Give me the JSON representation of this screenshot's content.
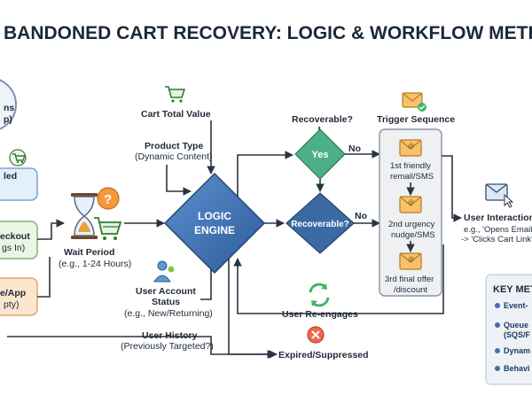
{
  "title": "BANDONED CART RECOVERY: LOGIC & WORKFLOW METHO",
  "left_column": {
    "circle_line1": "ns",
    "circle_line2": "p)",
    "box1": "led",
    "box2_line1": "eckout",
    "box2_line2": "gs In)",
    "box3_line1": "e/App",
    "box3_line2": "pty)"
  },
  "wait_period": {
    "label": "Wait Period",
    "sub": "(e.g., 1-24 Hours)"
  },
  "inputs": {
    "cart_total": "Cart Total Value",
    "product_type": "Product Type",
    "product_type_sub": "(Dynamic Content)",
    "account_status_l1": "User Account",
    "account_status_l2": "Status",
    "account_status_sub": "(e.g., New/Returning)",
    "history": "User History",
    "history_sub": "(Previously Targeted?)"
  },
  "engine": {
    "line1": "LOGIC",
    "line2": "ENGINE"
  },
  "decision": {
    "question": "Recoverable?",
    "yes": "Yes",
    "no_top": "No",
    "second": "Recoverable?",
    "no_bottom": "No"
  },
  "sequence": {
    "title": "Trigger Sequence",
    "step1_l1": "1st friendly",
    "step1_l2": "remail/SMS",
    "step2_l1": "2nd urgency",
    "step2_l2": "nudge/SMS",
    "step3_l1": "3rd final offer",
    "step3_l2": "/discount"
  },
  "user_interaction": {
    "label": "User Interaction",
    "sub1": "e.g., 'Opens Email'",
    "sub2": "-> 'Clicks Cart Link'"
  },
  "reengages": "User Re-engages",
  "expired": "Expired/Suppressed",
  "key_metrics": {
    "title": "KEY METI",
    "items": [
      "Event-",
      "Queue",
      "(SQS/F",
      "Dynam",
      "Behavi"
    ]
  },
  "colors": {
    "engine": "#3f6fb0",
    "yes": "#4caf87",
    "decision2": "#3b6aa3",
    "accent_orange": "#f39a3c",
    "accent_green": "#42b36b"
  }
}
